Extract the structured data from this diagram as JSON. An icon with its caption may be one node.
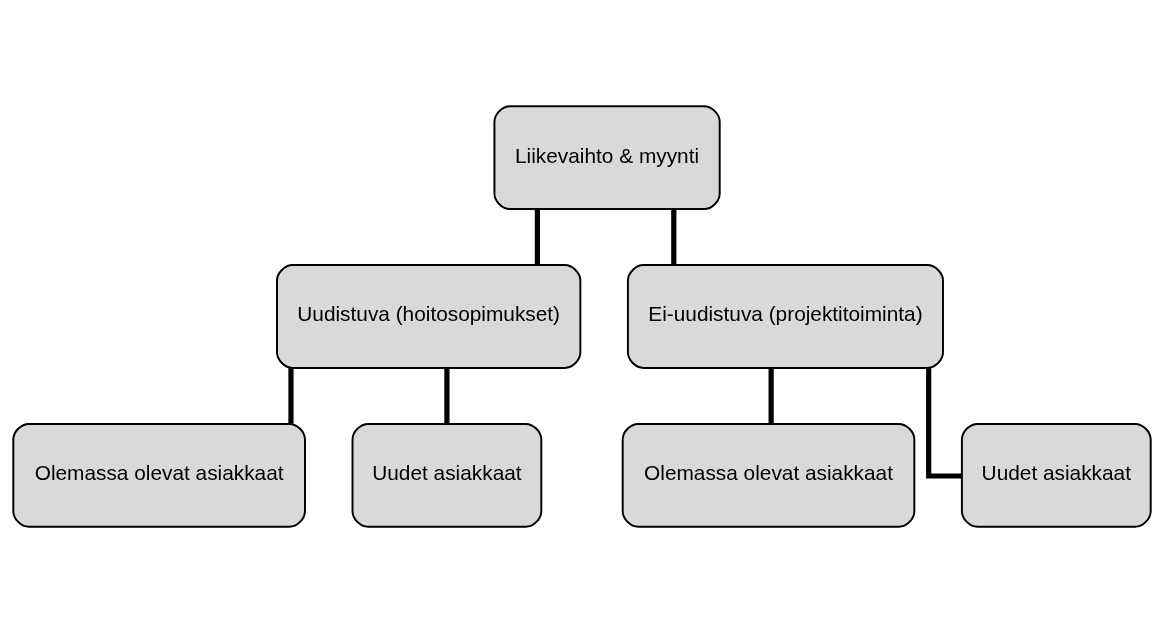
{
  "diagram": {
    "nodes": [
      {
        "text": [
          "Liikevaihto & myynti"
        ]
      },
      {
        "text": [
          "Uudistuva (hoitosopimukset)"
        ]
      },
      {
        "text": [
          "Ei-uudistuva (projektitoiminta)"
        ]
      },
      {
        "text": [
          "Olemassa olevat asiakkaat"
        ]
      },
      {
        "text": [
          "Uudet asiakkaat"
        ]
      },
      {
        "text": [
          "Olemassa olevat asiakkaat"
        ]
      },
      {
        "text": [
          "Uudet asiakkaat"
        ]
      }
    ],
    "edges": [
      {
        "from": 0,
        "to": 1,
        "arrow": "none"
      },
      {
        "from": 0,
        "to": 2,
        "arrow": "none"
      },
      {
        "from": 1,
        "to": 3,
        "arrow": "none"
      },
      {
        "from": 1,
        "to": 4,
        "arrow": "none"
      },
      {
        "from": 2,
        "to": 5,
        "arrow": "none"
      },
      {
        "from": 2,
        "to": 6,
        "arrow": "none"
      }
    ]
  }
}
